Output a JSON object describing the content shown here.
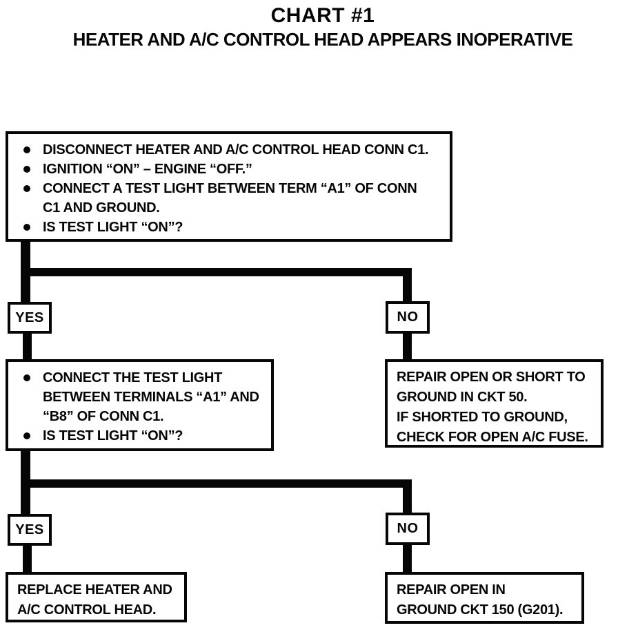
{
  "page": {
    "title": "CHART #1",
    "subtitle": "HEATER AND A/C CONTROL HEAD APPEARS INOPERATIVE"
  },
  "colors": {
    "ink": "#060606",
    "paper": "#ffffff"
  },
  "flowchart": {
    "step1": {
      "lines": [
        {
          "bullet": true,
          "text": "DISCONNECT HEATER AND A/C CONTROL HEAD CONN C1."
        },
        {
          "bullet": true,
          "text": "IGNITION “ON” – ENGINE “OFF.”"
        },
        {
          "bullet": true,
          "text": "CONNECT A TEST LIGHT BETWEEN TERM “A1” OF CONN"
        },
        {
          "bullet": false,
          "text": "C1 AND GROUND."
        },
        {
          "bullet": true,
          "text": "IS TEST LIGHT “ON”?"
        }
      ]
    },
    "branch1": {
      "yes_label": "YES",
      "no_label": "NO"
    },
    "step2_yes": {
      "lines": [
        {
          "bullet": true,
          "text": "CONNECT THE TEST LIGHT"
        },
        {
          "bullet": false,
          "text": "BETWEEN TERMINALS “A1” AND"
        },
        {
          "bullet": false,
          "text": "“B8” OF CONN C1."
        },
        {
          "bullet": true,
          "text": "IS TEST LIGHT “ON”?"
        }
      ]
    },
    "step2_no": {
      "lines": [
        "REPAIR OPEN OR SHORT TO",
        "GROUND IN CKT 50.",
        "IF SHORTED TO GROUND,",
        "CHECK FOR OPEN A/C FUSE."
      ]
    },
    "branch2": {
      "yes_label": "YES",
      "no_label": "NO"
    },
    "result_yes": {
      "lines": [
        "REPLACE HEATER AND",
        "A/C CONTROL HEAD."
      ]
    },
    "result_no": {
      "lines": [
        "REPAIR OPEN IN",
        "GROUND CKT 150 (G201)."
      ]
    }
  }
}
